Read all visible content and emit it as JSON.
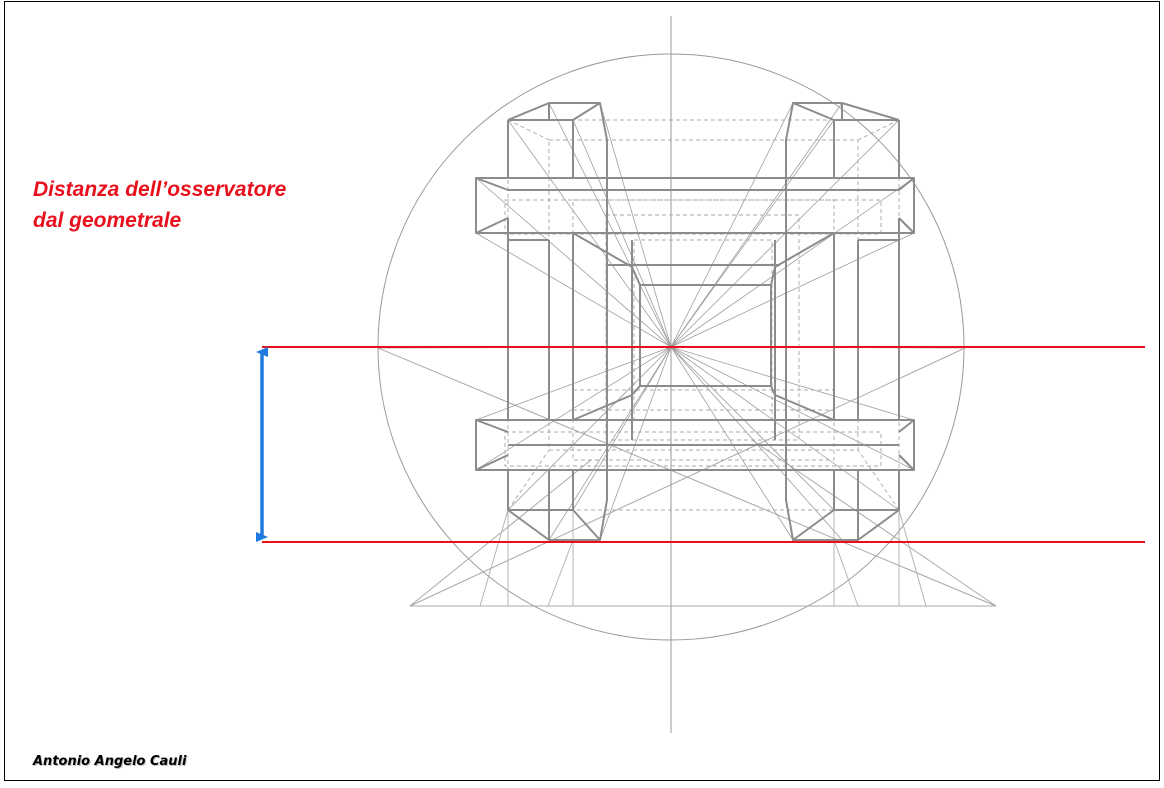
{
  "title": {
    "line1": "Distanza dell’osservatore",
    "line2": "dal geometrale"
  },
  "author": "Antonio Angelo Cauli",
  "colors": {
    "heading": "#e8101c",
    "reference_line": "#e8101c",
    "distance_arrow": "#1f7ae0",
    "construction": "#8c8c8c",
    "frame": "#000000"
  }
}
